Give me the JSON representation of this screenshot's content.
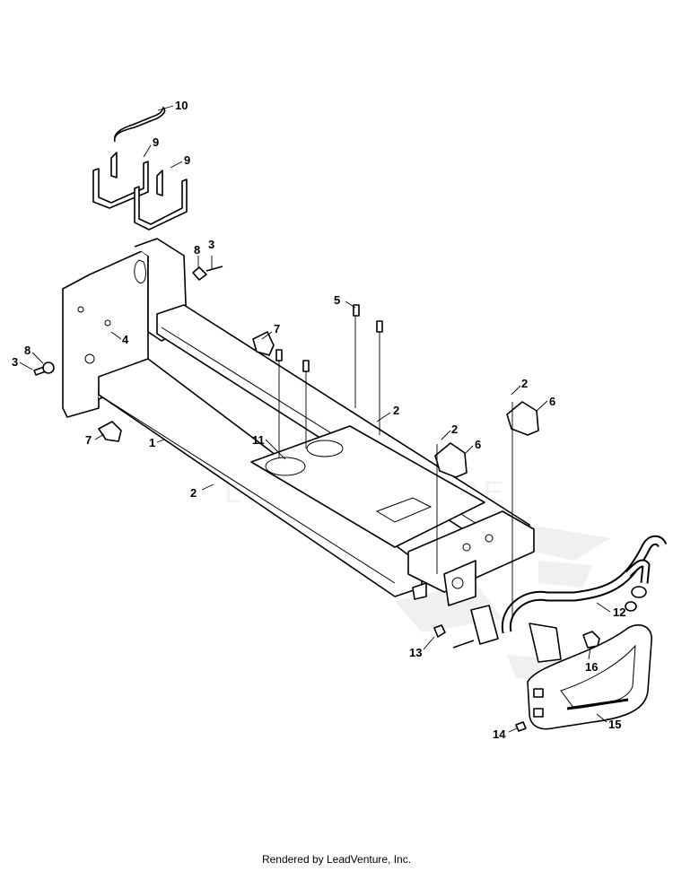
{
  "watermark": "LEADVENTURE",
  "footer": "Rendered by LeadVenture, Inc.",
  "callouts": {
    "c10": "10",
    "c9a": "9",
    "c9b": "9",
    "c8a": "8",
    "c3a": "3",
    "c8b": "8",
    "c3b": "3",
    "c4": "4",
    "c5": "5",
    "c7a": "7",
    "c7b": "7",
    "c1": "1",
    "c11": "11",
    "c2a": "2",
    "c2b": "2",
    "c2c": "2",
    "c2d": "2",
    "c6a": "6",
    "c6b": "6",
    "c12": "12",
    "c13": "13",
    "c16": "16",
    "c14": "14",
    "c15": "15"
  }
}
